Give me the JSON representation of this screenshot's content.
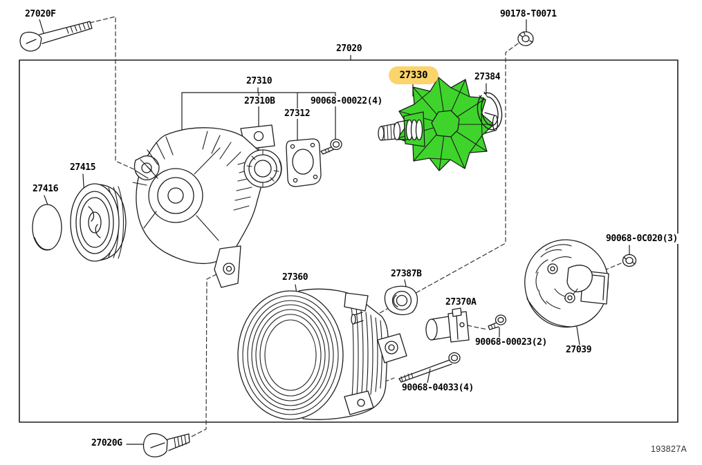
{
  "diagram": {
    "type": "exploded-parts-diagram",
    "plate_code": "193827A",
    "highlighted_part": "27330",
    "colors": {
      "highlight_pill": "#fbd46b",
      "highlight_part": "#3fd42c",
      "line": "#1c1c1c"
    },
    "labels": {
      "bolt_27020f": "27020F",
      "nut_90178": "90178-T0071",
      "assembly_27020": "27020",
      "bracket_27310": "27310",
      "bearing_27310b": "27310B",
      "bolt_90068_00022": "90068-00022(4)",
      "plate_27312": "27312",
      "rotor_27330": "27330",
      "ring_27384": "27384",
      "pulley_27415": "27415",
      "cap_27416": "27416",
      "stator_27360": "27360",
      "holder_27387b": "27387B",
      "connector_27370a": "27370A",
      "bolt_90068_00023": "90068-00023(2)",
      "cover_27039": "27039",
      "nut_90068_0c020": "90068-0C020(3)",
      "bolt_90068_04033": "90068-04033(4)",
      "bolt_27020g": "27020G"
    }
  }
}
